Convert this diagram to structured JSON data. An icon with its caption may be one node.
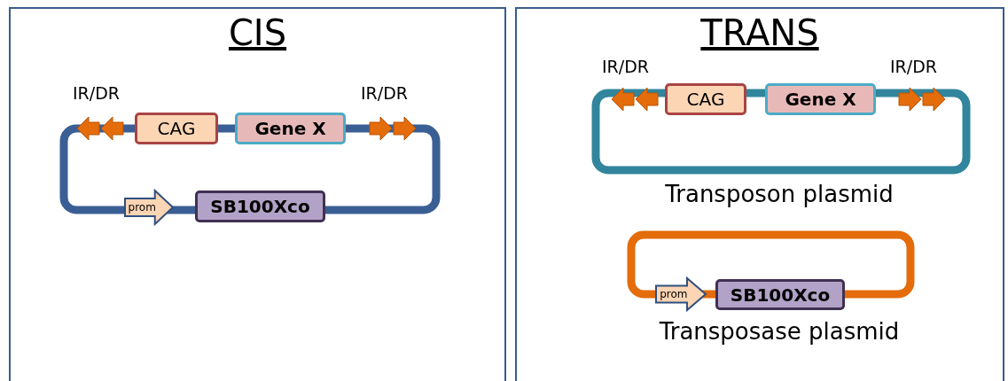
{
  "diagram": {
    "nodes": [
      {
        "text": [
          "CIS"
        ]
      },
      {
        "text": [
          "CAG"
        ],
        "in": 0
      },
      {
        "text": [
          "Gene X"
        ],
        "in": 0
      },
      {
        "text": [
          "prom"
        ],
        "in": 0
      },
      {
        "text": [
          "SB100Xco"
        ],
        "in": 0
      },
      {
        "text": [
          "TRANS"
        ]
      },
      {
        "text": [
          "CAG"
        ],
        "in": 5
      },
      {
        "text": [
          "Gene X"
        ],
        "in": 5
      },
      {
        "text": [
          "prom"
        ],
        "in": 5
      },
      {
        "text": [
          "SB100Xco"
        ],
        "in": 5
      }
    ],
    "edges": [],
    "labels": [
      "IR/DR",
      "IR/DR",
      "IR/DR",
      "IR/DR",
      "Transposon plasmid",
      "Transposase plasmid"
    ]
  }
}
